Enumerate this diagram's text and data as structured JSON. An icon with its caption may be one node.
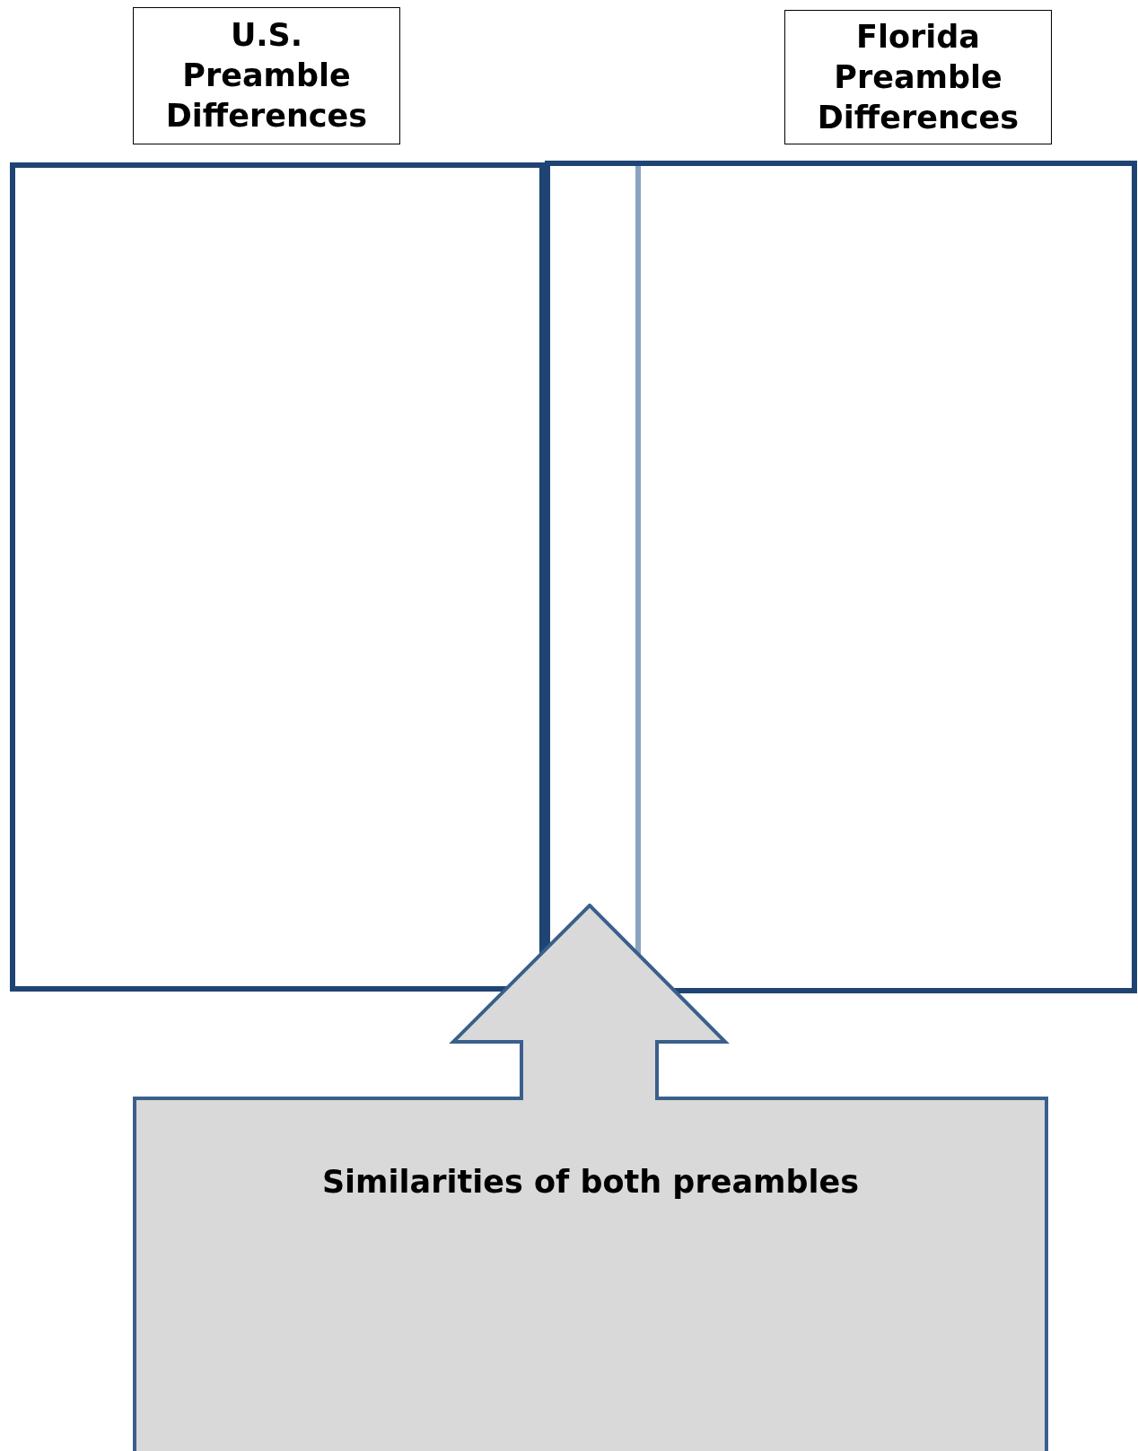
{
  "diagram": {
    "nodes": [
      {
        "text": [
          "U.S. Preamble Differences"
        ]
      },
      {
        "text": [
          "Florida Preamble Differences"
        ]
      },
      {
        "text": [],
        "shape": "box"
      },
      {
        "text": [],
        "shape": "box"
      },
      {
        "text": [
          "Similarities of both preambles"
        ]
      }
    ]
  }
}
